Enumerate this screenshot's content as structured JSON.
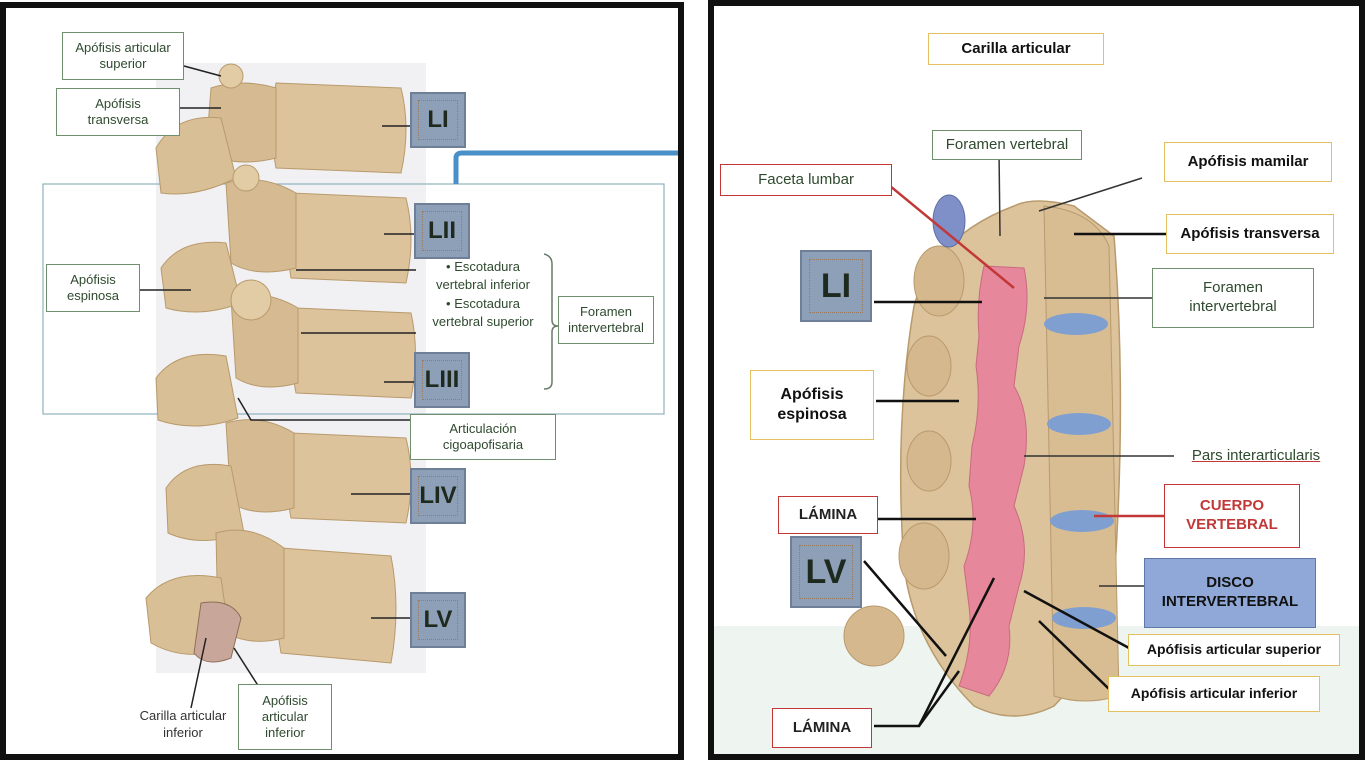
{
  "left": {
    "labels": {
      "apofisis_articular_superior": [
        "Apófisis articular",
        "superior"
      ],
      "apofisis_transversa": [
        "Apófisis",
        "transversa"
      ],
      "apofisis_espinosa": [
        "Apófisis",
        "espinosa"
      ],
      "escotadura_inferior": [
        "Escotadura",
        "vertebral inferior"
      ],
      "escotadura_superior": [
        "Escotadura",
        "vertebral superior"
      ],
      "foramen_intervertebral": [
        "Foramen",
        "intervertebral"
      ],
      "articulacion": [
        "Articulación",
        "cigoapofisaria"
      ],
      "carilla_articular_inferior": [
        "Carilla articular",
        "inferior"
      ],
      "apofisis_articular_inferior": [
        "Apófisis",
        "articular",
        "inferior"
      ]
    },
    "tags": [
      "LI",
      "LII",
      "LIII",
      "LIV",
      "LV"
    ]
  },
  "right": {
    "labels": {
      "carilla_articular": "Carilla articular",
      "foramen_vertebral": "Foramen vertebral",
      "faceta_lumbar": "Faceta lumbar",
      "apofisis_mamilar": "Apófisis mamilar",
      "apofisis_transversa": "Apófisis transversa",
      "foramen_intervertebral": [
        "Foramen",
        "intervertebral"
      ],
      "apofisis_espinosa": [
        "Apófisis",
        "espinosa"
      ],
      "pars_interarticularis": "Pars interarticularis",
      "lamina_1": "LÁMINA",
      "cuerpo_vertebral": [
        "CUERPO",
        "VERTEBRAL"
      ],
      "disco_intervertebral": [
        "DISCO",
        "INTERVERTEBRAL"
      ],
      "apofisis_articular_superior": "Apófisis articular superior",
      "apofisis_articular_inferior": "Apófisis articular inferior",
      "lamina_2": "LÁMINA"
    },
    "tags": [
      "LI",
      "LV"
    ]
  },
  "colors": {
    "bone": "#dcc39b",
    "bone_shade": "#b89a6c",
    "lamina_pink": "#e7879b",
    "disc_blue": "#7f9fd0",
    "tag_blue": "#8e9fb8",
    "accent_blue": "#4a90c8",
    "callout_red": "#c23838",
    "callout_yellow": "#e4c063",
    "callout_green": "#6f8f6f"
  }
}
